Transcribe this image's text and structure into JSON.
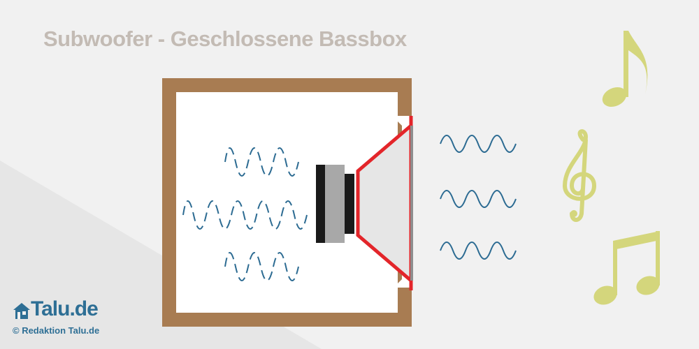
{
  "title": "Subwoofer - Geschlossene Bassbox",
  "logo": {
    "name": "Talu.de",
    "credit": "© Redaktion Talu.de"
  },
  "colors": {
    "background": "#f1f1f1",
    "box_wood": "#a87c52",
    "box_inside": "#ffffff",
    "cone_edge": "#e3252a",
    "cone_fill": "#e6e6e6",
    "magnet_dark": "#1a1a1a",
    "magnet_gray": "#a8a8a8",
    "sound_wave": "#2c6b92",
    "music_note": "#d4d67c",
    "brand": "#2e6f95"
  },
  "icons": [
    "eighth-note-icon",
    "treble-clef-icon",
    "beamed-notes-icon",
    "house-logo-icon"
  ]
}
